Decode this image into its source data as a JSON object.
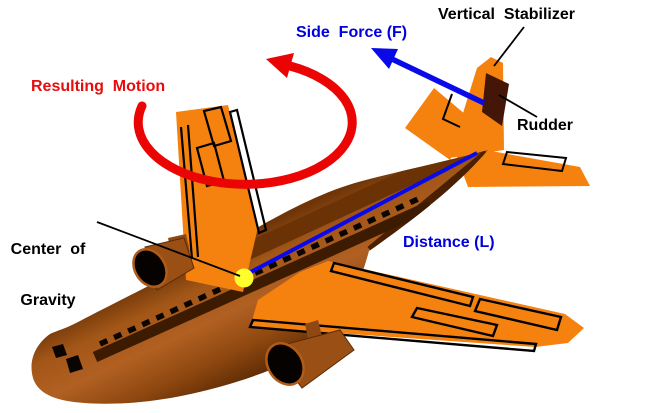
{
  "diagram": {
    "description": "Airplane yaw motion diagram showing rudder side force",
    "labels": {
      "vertical_stabilizer": "Vertical  Stabilizer",
      "side_force": "Side  Force (F)",
      "rudder": "Rudder",
      "resulting_motion": "Resulting  Motion",
      "center_of_gravity_line1": "Center  of",
      "center_of_gravity_line2": "Gravity",
      "distance": "Distance (L)"
    },
    "colors": {
      "label_blue": "#0000DD",
      "arrow_blue": "#0A0AE8",
      "motion_red": "#EA0404",
      "wing_orange": "#F5820F",
      "fuselage_brown": "#A05414",
      "fuselage_shadow": "#3D1B00",
      "rudder_dark": "#431607",
      "cg_yellow": "#FFFF2E",
      "outline_black": "#000000",
      "background": "#FFFFFF"
    }
  }
}
